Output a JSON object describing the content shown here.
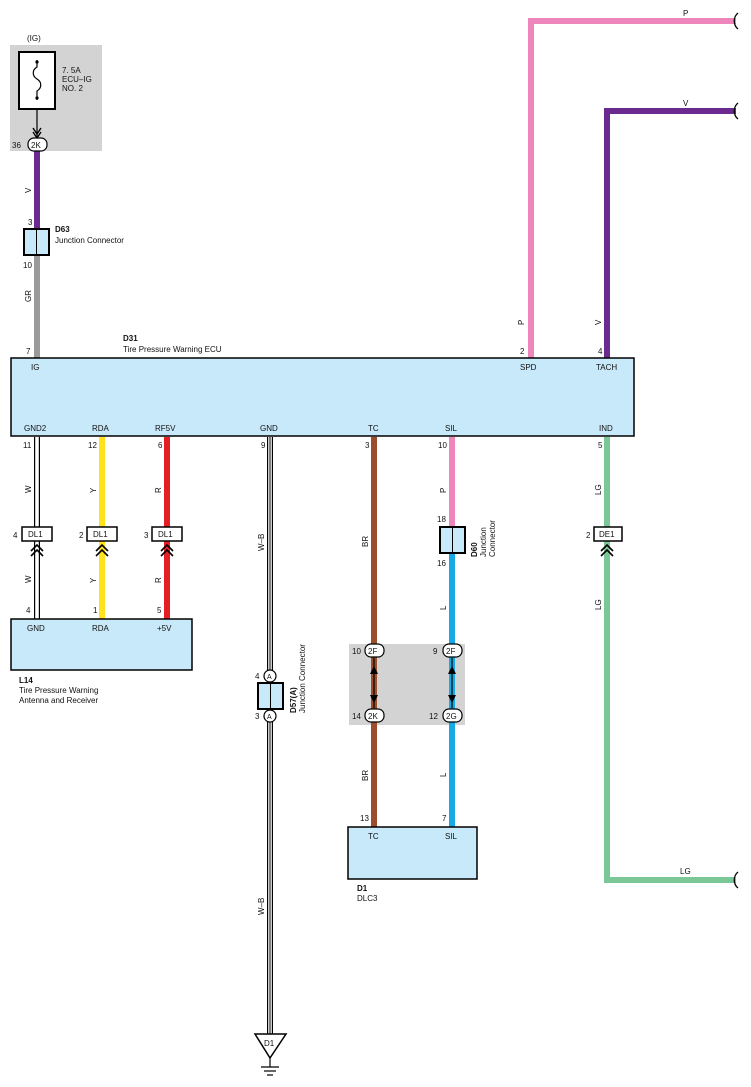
{
  "colors": {
    "V": "#6b2a8e",
    "P": "#ef86bb",
    "GR": "#9a9a9a",
    "Y": "#ffe21a",
    "R": "#e31e24",
    "BR": "#9b4e2e",
    "L": "#17a9e6",
    "LG": "#7cc797",
    "W": "#ffffff",
    "box_fill": "#c8e9fa",
    "shade": "#d3d3d4"
  },
  "fuse": {
    "ig_label": "(IG)",
    "rating": "7. 5A",
    "name_line1": "ECU–IG",
    "name_line2": "NO. 2",
    "pin": "36",
    "connector": "2K"
  },
  "d63": {
    "id": "D63",
    "name": "Junction Connector",
    "pin_in": "3",
    "pin_out": "10"
  },
  "d31": {
    "id": "D31",
    "name": "Tire Pressure Warning ECU",
    "pins_top": [
      {
        "label": "IG",
        "pin": "7"
      },
      {
        "label": "SPD",
        "pin": "2"
      },
      {
        "label": "TACH",
        "pin": "4"
      }
    ],
    "pins_bottom": [
      {
        "label": "GND2",
        "pin": "11"
      },
      {
        "label": "RDA",
        "pin": "12"
      },
      {
        "label": "RF5V",
        "pin": "6"
      },
      {
        "label": "GND",
        "pin": "9"
      },
      {
        "label": "TC",
        "pin": "3"
      },
      {
        "label": "SIL",
        "pin": "10"
      },
      {
        "label": "IND",
        "pin": "5"
      }
    ]
  },
  "wire_codes": {
    "v_top": "V",
    "gr": "GR",
    "p_spd": "P",
    "v_tach": "V",
    "p_right": "P",
    "v_right": "V",
    "lg_right": "LG",
    "w1": "W",
    "w2": "W",
    "y1": "Y",
    "y2": "Y",
    "r1": "R",
    "r2": "R",
    "wb1": "W–B",
    "wb2": "W–B",
    "br1": "BR",
    "br2": "BR",
    "p_sil": "P",
    "l1": "L",
    "l2": "L",
    "lg1": "LG",
    "lg2": "LG"
  },
  "dl1": {
    "connector": "DL1",
    "pins": [
      "4",
      "2",
      "3"
    ]
  },
  "de1": {
    "connector": "DE1",
    "pin": "2"
  },
  "l14": {
    "id": "L14",
    "name_line1": "Tire Pressure Warning",
    "name_line2": "Antenna and Receiver",
    "pins": [
      {
        "label": "GND",
        "pin": "4"
      },
      {
        "label": "RDA",
        "pin": "1"
      },
      {
        "label": "+5V",
        "pin": "5"
      }
    ]
  },
  "d57": {
    "id": "D57(A)",
    "name": "Junction Connector",
    "pin_in": "4",
    "pin_out": "3",
    "terminal": "A"
  },
  "d60": {
    "id": "D60",
    "name_line1": "Junction",
    "name_line2": "Connector",
    "pin_in": "18",
    "pin_out": "16"
  },
  "mid_connectors": {
    "br_top_pin": "10",
    "br_top_conn": "2F",
    "l_top_pin": "9",
    "l_top_conn": "2F",
    "br_bot_pin": "14",
    "br_bot_conn": "2K",
    "l_bot_pin": "12",
    "l_bot_conn": "2G"
  },
  "d1_dlc": {
    "id": "D1",
    "name": "DLC3",
    "pins": [
      {
        "label": "TC",
        "pin": "13"
      },
      {
        "label": "SIL",
        "pin": "7"
      }
    ]
  },
  "ground": {
    "label": "D1"
  }
}
